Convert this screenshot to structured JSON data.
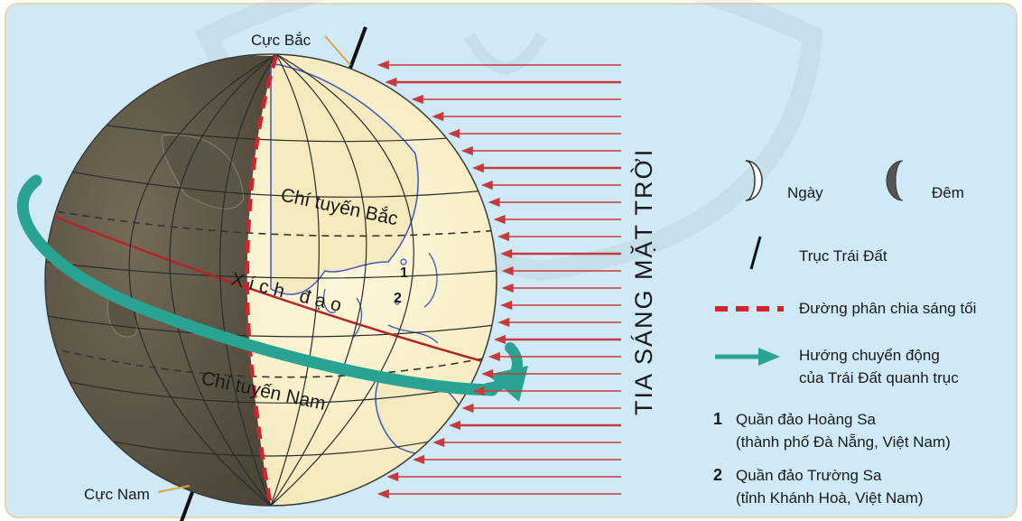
{
  "labels": {
    "north_pole": "Cực Bắc",
    "south_pole": "Cực Nam",
    "tropic_cancer": "Chí tuyến Bắc",
    "tropic_capricorn": "Chí tuyến Nam",
    "equator": "Xích đạo",
    "sun_rays": "TIA SÁNG MẶT TRỜI",
    "marker_1": "1",
    "marker_2": "2"
  },
  "legend": {
    "day": "Ngày",
    "night": "Đêm",
    "axis": "Trục Trái Đất",
    "terminator": "Đường phân chia sáng tối",
    "rotation_line1": "Hướng chuyển động",
    "rotation_line2": "của Trái Đất quanh trục",
    "item1_num": "1",
    "item1_line1": "Quần đảo Hoàng Sa",
    "item1_line2": "(thành phố Đà Nẵng, Việt Nam)",
    "item2_num": "2",
    "item2_line1": "Quần đảo Trường Sa",
    "item2_line2": "(tỉnh Khánh Hoà, Việt Nam)"
  },
  "colors": {
    "background": "#cfeaf6",
    "day_side": "#fbf3cf",
    "night_side": "#67604e",
    "grid": "#2b2b2b",
    "terminator": "#d4232b",
    "equator": "#b2252a",
    "rotation_arrow": "#2aa492",
    "sun_ray": "#c73a3a",
    "pole_leader": "#e0a34a",
    "coastline": "#3a58c4"
  }
}
